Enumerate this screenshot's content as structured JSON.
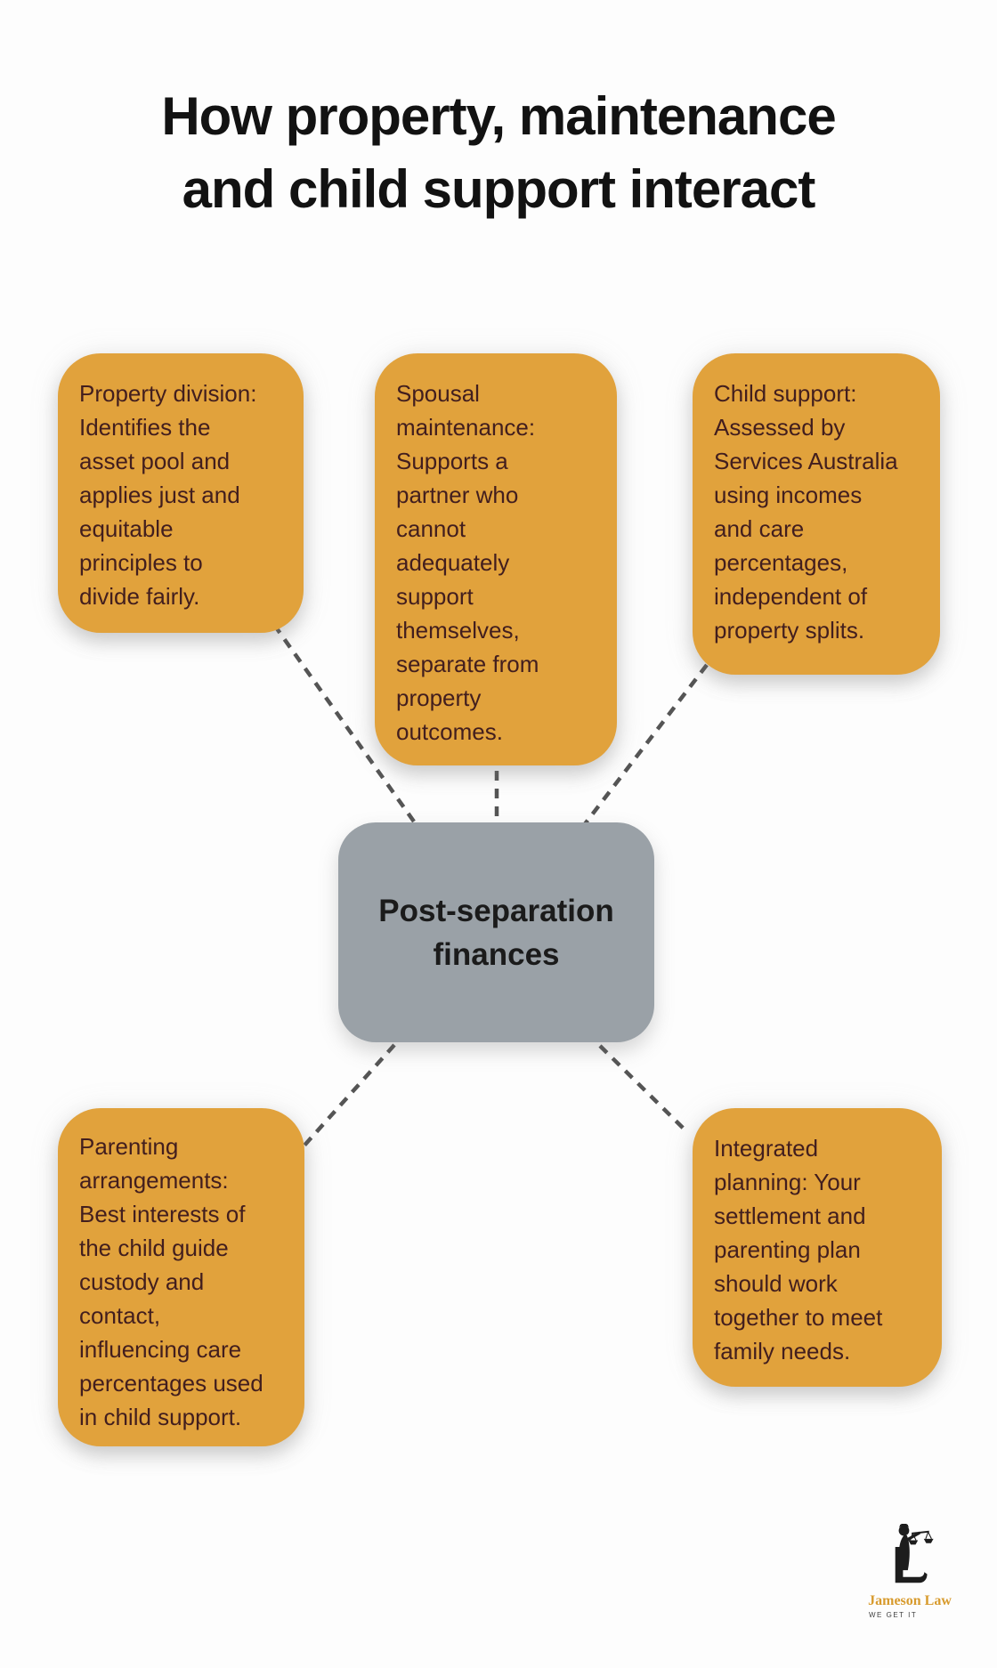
{
  "title": {
    "line1": "How property, maintenance",
    "line2": "and child support interact"
  },
  "center_node": {
    "label": "Post-separation finances"
  },
  "nodes": [
    {
      "id": "property-division",
      "text": "Property division:\nIdentifies the\nasset pool and\napplies just and\nequitable\nprinciples to\ndivide fairly."
    },
    {
      "id": "spousal-maintenance",
      "text": "Spousal\nmaintenance:\nSupports a\npartner who\ncannot\nadequately\nsupport\nthemselves,\nseparate from\nproperty\noutcomes."
    },
    {
      "id": "child-support",
      "text": "Child support:\nAssessed by\nServices Australia\nusing incomes\nand care\npercentages,\nindependent of\nproperty splits."
    },
    {
      "id": "parenting-arrangements",
      "text": "Parenting\narrangements:\nBest interests of\nthe child guide\ncustody and\ncontact,\ninfluencing care\npercentages used\nin child support."
    },
    {
      "id": "integrated-planning",
      "text": "Integrated\nplanning: Your\nsettlement and\nparenting plan\nshould work\ntogether to meet\nfamily needs."
    }
  ],
  "logo": {
    "name": "Jameson Law",
    "tagline": "WE GET IT"
  },
  "colors": {
    "bg": "#FDFDFD",
    "accent": "#E1A23C",
    "node-text": "#421E1E",
    "center-bg": "#9AA1A7",
    "center-text": "#1B1B1B",
    "title-text": "#121212",
    "connector": "#555555",
    "logo-gold": "#D89B2E",
    "tagline": "#3F3F3F"
  }
}
